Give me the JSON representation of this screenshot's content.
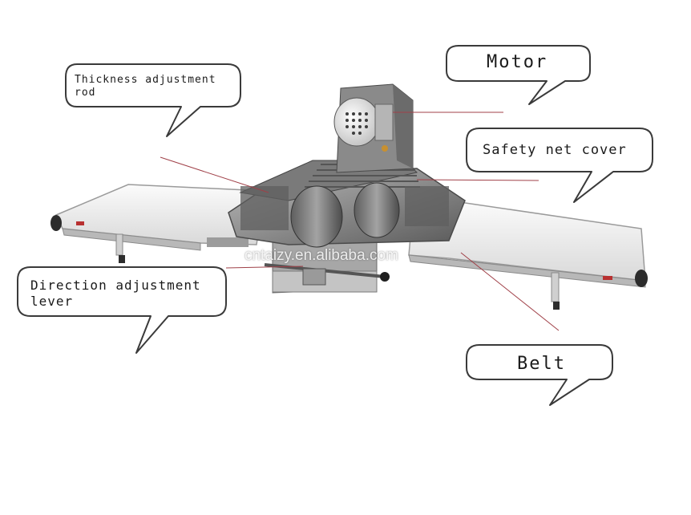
{
  "callouts": {
    "thickness": "Thickness adjustment\n rod",
    "motor": "Motor",
    "safety": "Safety net cover",
    "direction": "Direction adjustment\n lever",
    "belt": "Belt"
  },
  "watermark": "cntaizy.en.alibaba.com",
  "colors": {
    "callout_stroke": "#3a3a3a",
    "leader_line": "#a04048",
    "belt": "#f4f4f4",
    "machine_body": "#8a8a8a",
    "roller": "#6f6f6f"
  }
}
